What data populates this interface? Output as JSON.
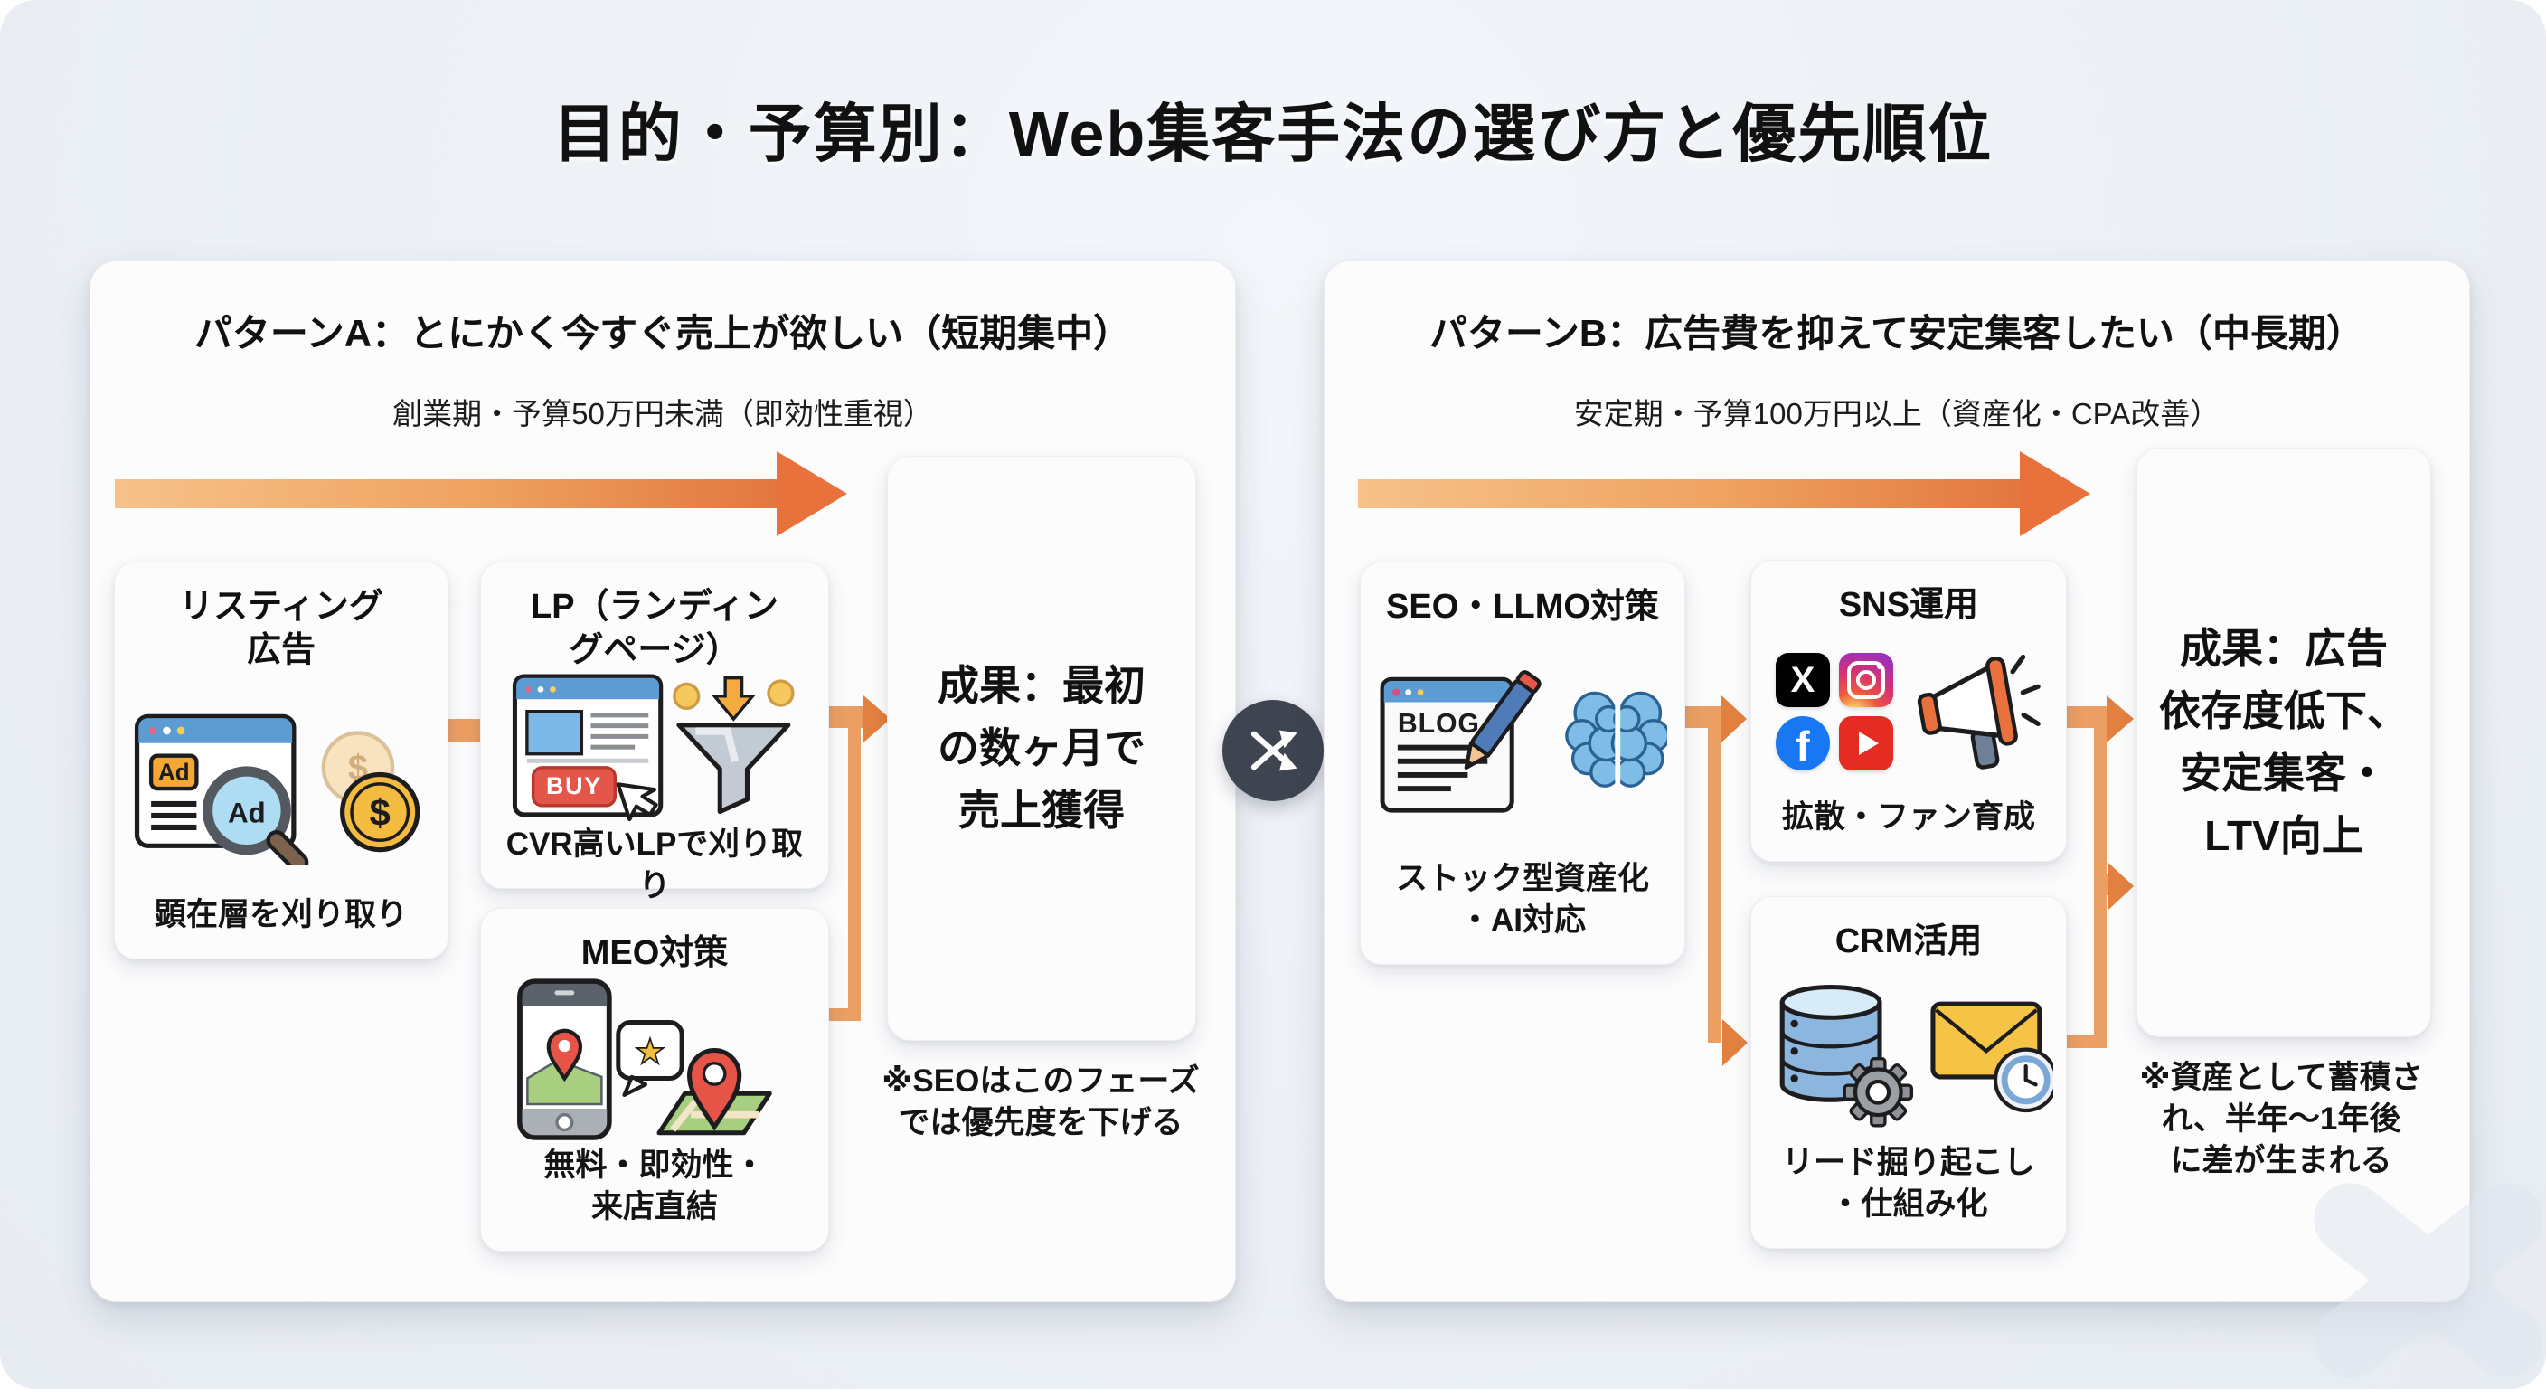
{
  "title": "目的・予算別：Web集客手法の選び方と優先順位",
  "pattern_a": {
    "header": "パターンA：とにかく今すぐ売上が欲しい（短期集中）",
    "subtitle": "創業期・予算50万円未満（即効性重視）",
    "cards": {
      "listing": {
        "title": "リスティング\n広告",
        "caption": "顕在層を刈り取り"
      },
      "lp": {
        "title": "LP（ランディン\nグページ）",
        "caption": "CVR高いLPで刈り取り"
      },
      "meo": {
        "title": "MEO対策",
        "caption": "無料・即効性・\n来店直結"
      }
    },
    "result": "成果：最初\nの数ヶ月で\n売上獲得",
    "note": "※SEOはこのフェーズ\nでは優先度を下げる"
  },
  "pattern_b": {
    "header": "パターンB：広告費を抑えて安定集客したい（中長期）",
    "subtitle": "安定期・予算100万円以上（資産化・CPA改善）",
    "cards": {
      "seo": {
        "title": "SEO・LLMO対策",
        "caption": "ストック型資産化\n・AI対応"
      },
      "sns": {
        "title": "SNS運用",
        "caption": "拡散・ファン育成"
      },
      "crm": {
        "title": "CRM活用",
        "caption": "リード掘り起こし\n・仕組み化"
      }
    },
    "result": "成果：広告\n依存度低下、\n安定集客・\nLTV向上",
    "note": "※資産として蓄積さ\nれ、半年〜1年後\nに差が生まれる"
  },
  "icon_text": {
    "ad_badge": "Ad",
    "ad_lens": "Ad",
    "dollar": "$",
    "buy": "BUY",
    "blog": "BLOG",
    "x": "X",
    "facebook": "f",
    "star": "★"
  },
  "colors": {
    "background": "#edf1f6",
    "panel": "#fcfcfd",
    "arrow_gradient_start": "#f6c28a",
    "arrow_gradient_end": "#e2773f",
    "connector": "#eb9f63",
    "connector_head": "#e2813f",
    "swap_circle": "#3e4450",
    "text": "#141414"
  }
}
